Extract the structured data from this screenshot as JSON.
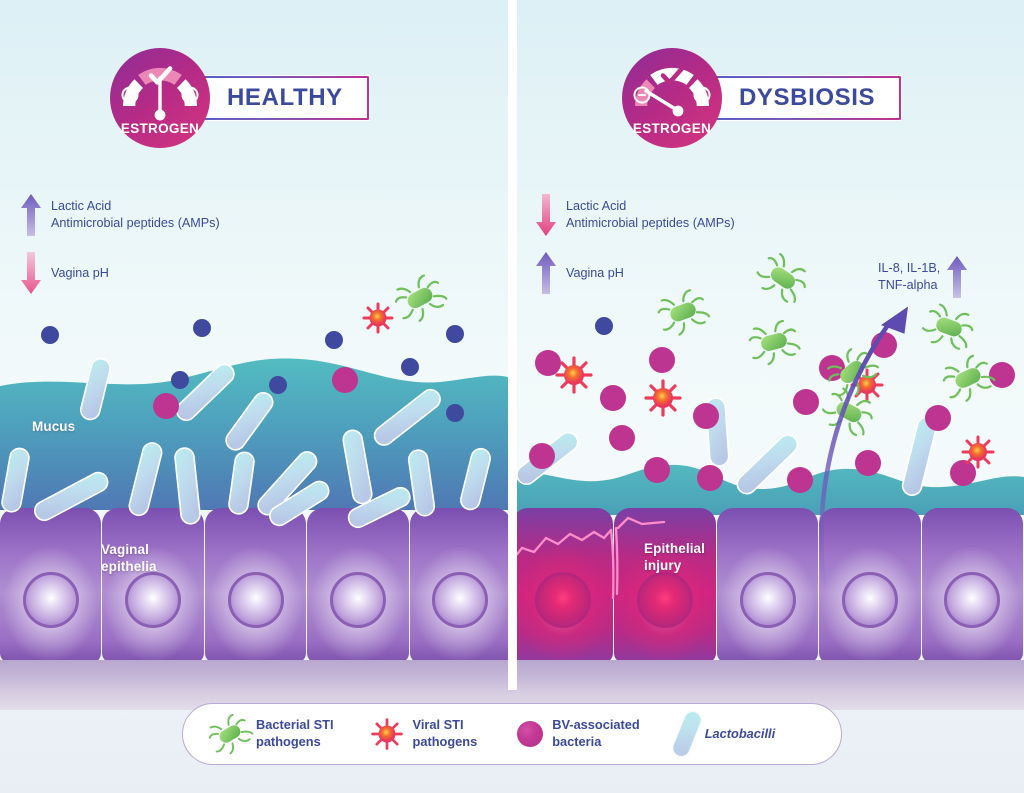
{
  "panels": {
    "healthy": {
      "id": "healthy",
      "title": "HEALTHY",
      "gauge_label": "ESTROGEN",
      "gauge_state": "normal",
      "indicators": [
        {
          "direction": "up",
          "color": "#7b64c0",
          "text": "Lactic Acid\nAntimicrobial peptides (AMPs)"
        },
        {
          "direction": "down",
          "color": "#e87ba6",
          "text": "Vagina pH"
        }
      ],
      "art_labels": [
        {
          "name": "mucus-label",
          "text": "Mucus"
        },
        {
          "name": "vaginal-epithelia-label",
          "text": "Vaginal\nepithelia"
        }
      ]
    },
    "dysbiosis": {
      "id": "dysbiosis",
      "title": "DYSBIOSIS",
      "gauge_label": "ESTROGEN",
      "gauge_state": "low",
      "indicators": [
        {
          "direction": "down",
          "color": "#e2568f",
          "text": "Lactic Acid\nAntimicrobial peptides (AMPs)"
        },
        {
          "direction": "up",
          "color": "#7b64c0",
          "text": "Vagina pH"
        }
      ],
      "cytokines": {
        "text": "IL-8, IL-1B,\nTNF-alpha",
        "direction": "up",
        "color": "#7b64c0"
      },
      "art_labels": [
        {
          "name": "epithelial-injury-label",
          "text": "Epithelial\ninjury"
        }
      ]
    }
  },
  "legend": {
    "items": [
      {
        "icon": "bacterial-pathogen-icon",
        "label": "Bacterial STI\npathogens",
        "color": "#6fbf5a",
        "italic": false
      },
      {
        "icon": "viral-pathogen-icon",
        "label": "Viral STI\npathogens",
        "color": "#ef3b5b",
        "italic": false
      },
      {
        "icon": "bv-bacteria-icon",
        "label": "BV-associated\nbacteria",
        "color": "#bd3590",
        "italic": false
      },
      {
        "icon": "lactobacilli-icon",
        "label": "Lactobacilli",
        "color": "#b6e3ec",
        "italic": true
      }
    ]
  },
  "colors": {
    "text_indigo": "#3b4a9c",
    "mucus_top": "#4fb8bd",
    "mucus_bottom": "#4b7ab5",
    "epithelium_purple": "#9e74c8",
    "injury_magenta": "#cf2580",
    "gauge_magenta": "#b52a86",
    "background_top": "#dcf0f5"
  }
}
